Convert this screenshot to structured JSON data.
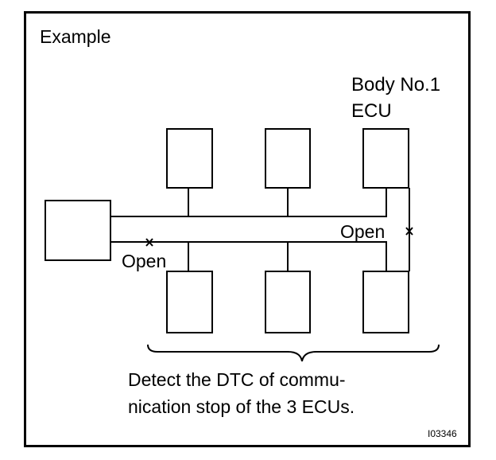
{
  "diagram": {
    "title": "Example",
    "body_ecu_label_line1": "Body No.1",
    "body_ecu_label_line2": "ECU",
    "open_label_right": "Open",
    "open_label_left": "Open",
    "break_mark": "×",
    "caption_line1": "Detect the DTC of commu-",
    "caption_line2": "nication stop of the 3 ECUs.",
    "reference_code": "I03346"
  },
  "colors": {
    "line": "#000000",
    "background": "#ffffff"
  }
}
